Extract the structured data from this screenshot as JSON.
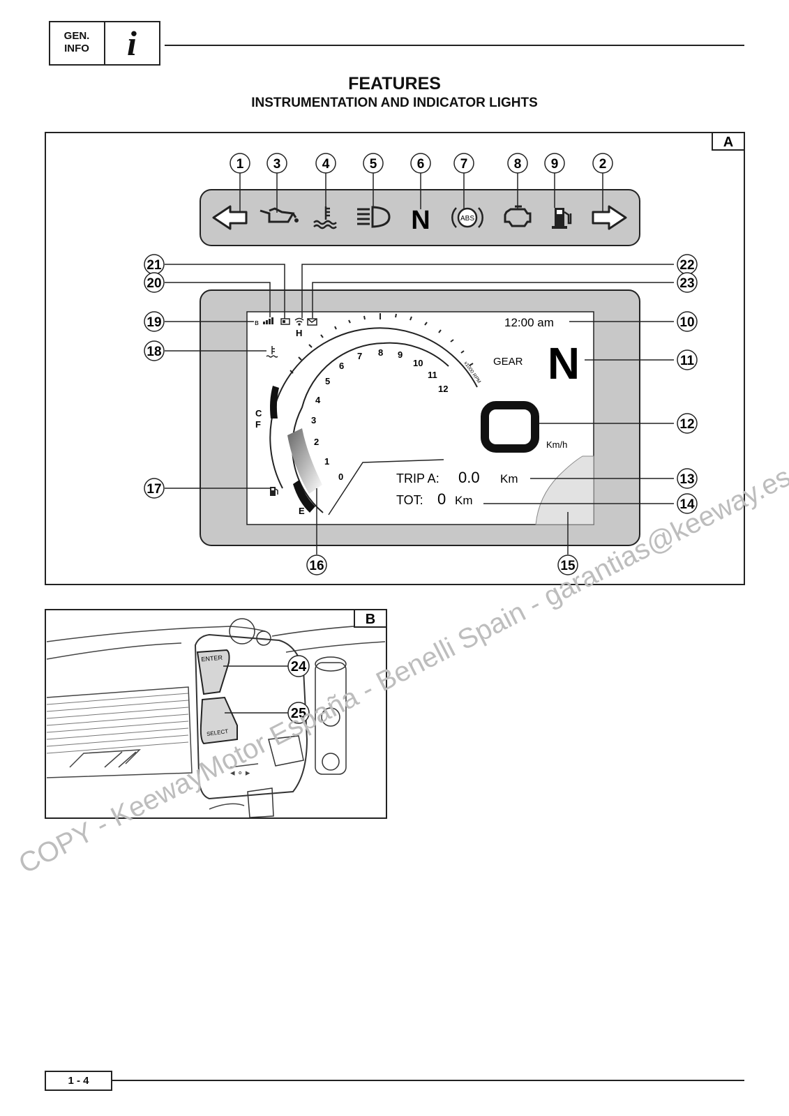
{
  "header": {
    "section_line1": "GEN.",
    "section_line2": "INFO",
    "section_icon": "info-icon"
  },
  "title": "FEATURES",
  "subtitle": "INSTRUMENTATION AND INDICATOR LIGHTS",
  "figure_a": {
    "label": "A",
    "callouts": [
      "1",
      "3",
      "4",
      "5",
      "6",
      "7",
      "8",
      "9",
      "2",
      "21",
      "20",
      "19",
      "18",
      "17",
      "16",
      "15",
      "22",
      "23",
      "10",
      "11",
      "12",
      "13",
      "14"
    ],
    "indicators": [
      "left-turn-icon",
      "oil-pressure-icon",
      "coolant-temp-icon",
      "high-beam-icon",
      "neutral-icon",
      "abs-icon",
      "engine-check-icon",
      "fuel-icon",
      "right-turn-icon"
    ],
    "neutral_letter": "N",
    "abs_text": "ABS",
    "display": {
      "clock": "12:00 am",
      "gear_label": "GEAR",
      "gear_value": "N",
      "speed": "0",
      "speed_unit": "Km/h",
      "trip_label": "TRIP A:",
      "trip_value": "0.0",
      "trip_unit": "Km",
      "tot_label": "TOT:",
      "tot_value": "0",
      "tot_unit": "Km",
      "rpm_ticks": [
        "0",
        "1",
        "2",
        "3",
        "4",
        "5",
        "6",
        "7",
        "8",
        "9",
        "10",
        "11",
        "12"
      ],
      "rpm_unit": "x1000 RPM",
      "temp_h": "H",
      "temp_c": "C",
      "fuel_f": "F",
      "fuel_e": "E"
    }
  },
  "figure_b": {
    "label": "B",
    "enter_label": "ENTER",
    "select_label": "SELECT",
    "callouts": [
      "24",
      "25"
    ]
  },
  "watermark": "COPY - KeewayMotor España - Benelli Spain - garantias@keeway.es",
  "footer": {
    "page": "1 - 4"
  }
}
